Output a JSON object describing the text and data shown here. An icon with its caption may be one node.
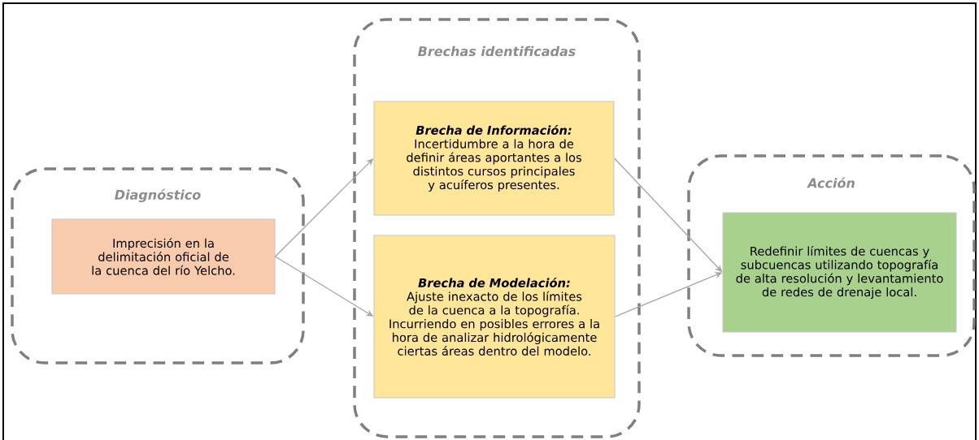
{
  "diagram": {
    "nodes": [
      {
        "text": [
          "Diagnóstico"
        ]
      },
      {
        "text": [
          "Imprecisión en la delimitación oficial de la cuenca del río Yelcho."
        ],
        "in": 0
      },
      {
        "text": [
          "Brechas identificadas"
        ]
      },
      {
        "text": [
          "Brecha de Información:",
          "Incertidumbre a la hora de definir áreas aportantes a los distintos cursos principales y acuíferos presentes."
        ],
        "in": 2
      },
      {
        "text": [
          "Brecha de Modelación:",
          "Ajuste inexacto de los límites de la cuenca a la topografía. Incurriendo en posibles errores a la hora de analizar hidrológicamente ciertas áreas dentro del modelo."
        ],
        "in": 2
      },
      {
        "text": [
          "Acción"
        ]
      },
      {
        "text": [
          "Redefinir límites de cuencas y subcuencas utilizando topografía de alta resolución y levantamiento de redes de drenaje local."
        ],
        "in": 5
      }
    ],
    "edges": [
      {
        "from": 1,
        "to": 3,
        "arrow": "to"
      },
      {
        "from": 1,
        "to": 4,
        "arrow": "to"
      },
      {
        "from": 3,
        "to": 6,
        "arrow": "to"
      },
      {
        "from": 4,
        "to": 6,
        "arrow": "to"
      }
    ]
  }
}
